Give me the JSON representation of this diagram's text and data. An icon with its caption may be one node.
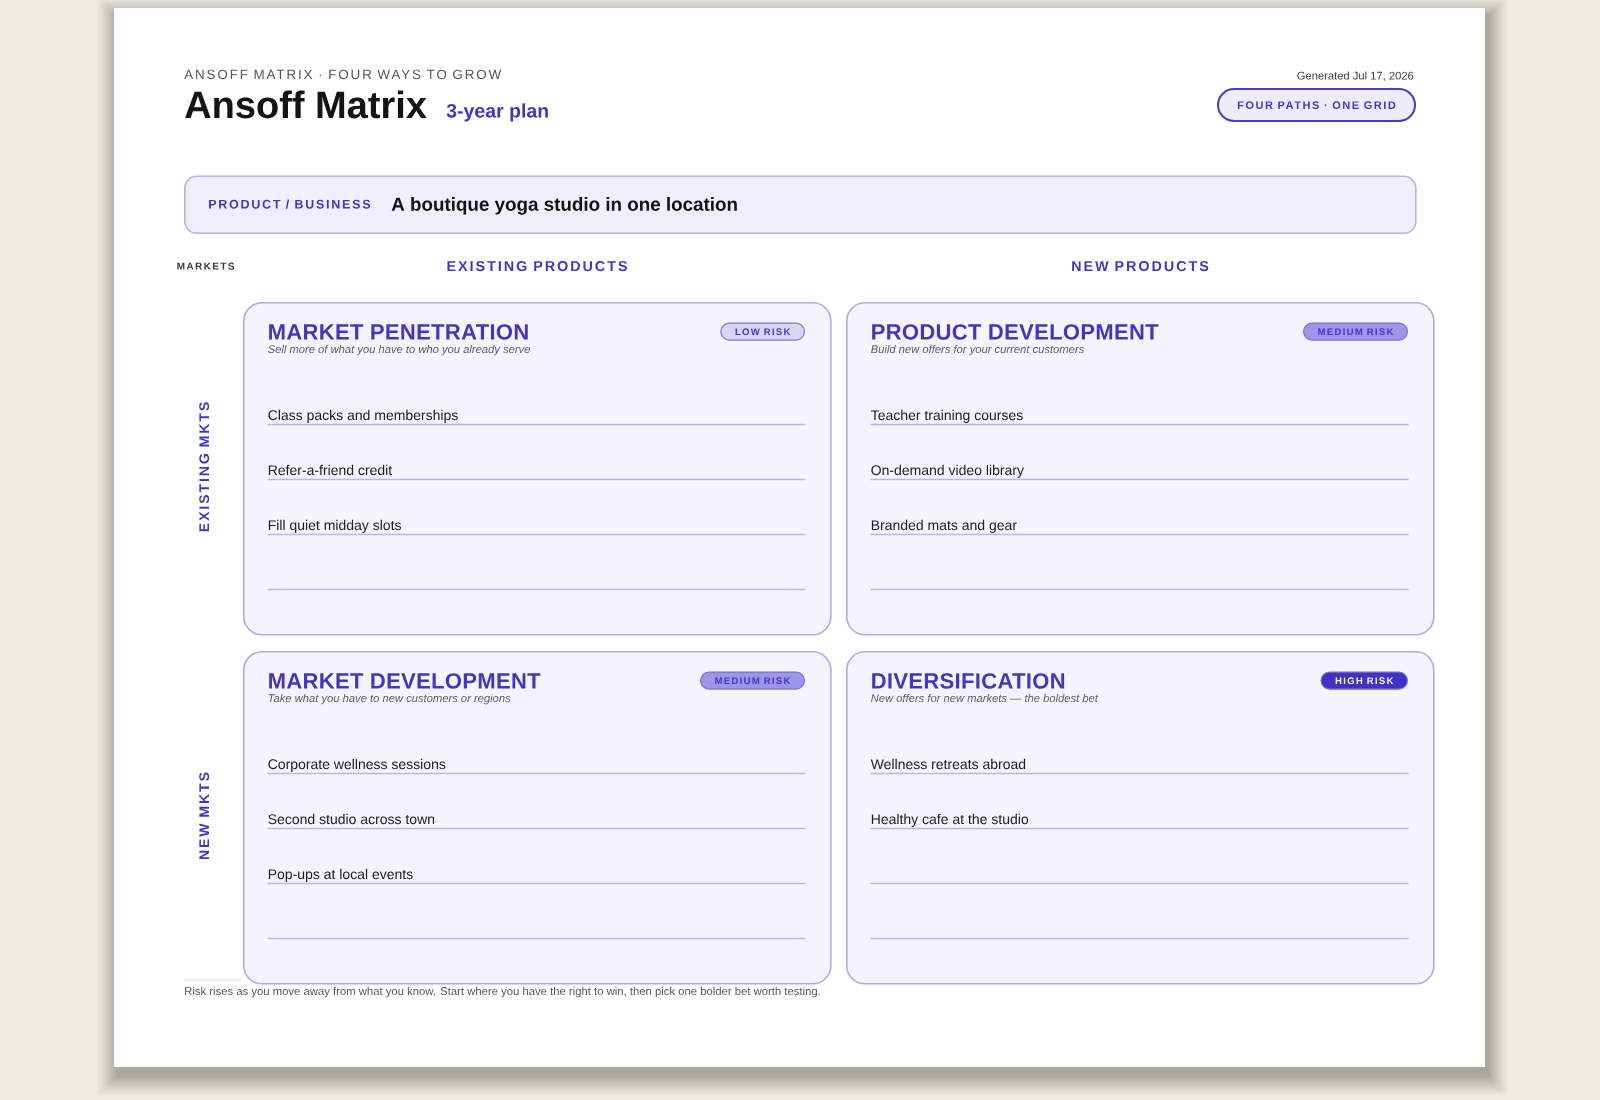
{
  "diagram": {
    "title": "Ansoff Matrix",
    "nodes": [
      {
        "text": [
          "FOUR PATHS · ONE GRID"
        ]
      },
      {
        "text": [
          "PRODUCT / BUSINESS",
          "A boutique yoga studio in one location"
        ]
      },
      {
        "text": [
          "MARKET PENETRATION",
          "Sell more of what you have to who you already serve",
          "Class packs and memberships",
          "Refer-a-friend credit",
          "Fill quiet midday slots"
        ]
      },
      {
        "text": [
          "LOW RISK"
        ],
        "in": 2
      },
      {
        "text": [
          "PRODUCT DEVELOPMENT",
          "Build new offers for your current customers",
          "Teacher training courses",
          "On-demand video library",
          "Branded mats and gear"
        ]
      },
      {
        "text": [
          "MEDIUM RISK"
        ],
        "in": 4
      },
      {
        "text": [
          "MARKET DEVELOPMENT",
          "Take what you have to new customers or regions",
          "Corporate wellness sessions",
          "Second studio across town",
          "Pop-ups at local events"
        ]
      },
      {
        "text": [
          "MEDIUM RISK"
        ],
        "in": 6
      },
      {
        "text": [
          "DIVERSIFICATION",
          "New offers for new markets — the boldest bet",
          "Wellness retreats abroad",
          "Healthy cafe at the studio"
        ]
      },
      {
        "text": [
          "HIGH RISK"
        ],
        "in": 8
      }
    ],
    "labels": [
      "ANSOFF MATRIX · FOUR WAYS TO GROW",
      "3-year plan",
      "Generated Jul 17, 2026",
      "MARKETS",
      "EXISTING PRODUCTS",
      "NEW PRODUCTS",
      "EXISTING MKTS",
      "NEW MKTS",
      "Risk rises as you move away from what you know. Start where you have the right to win, then pick one bolder bet worth testing."
    ]
  }
}
